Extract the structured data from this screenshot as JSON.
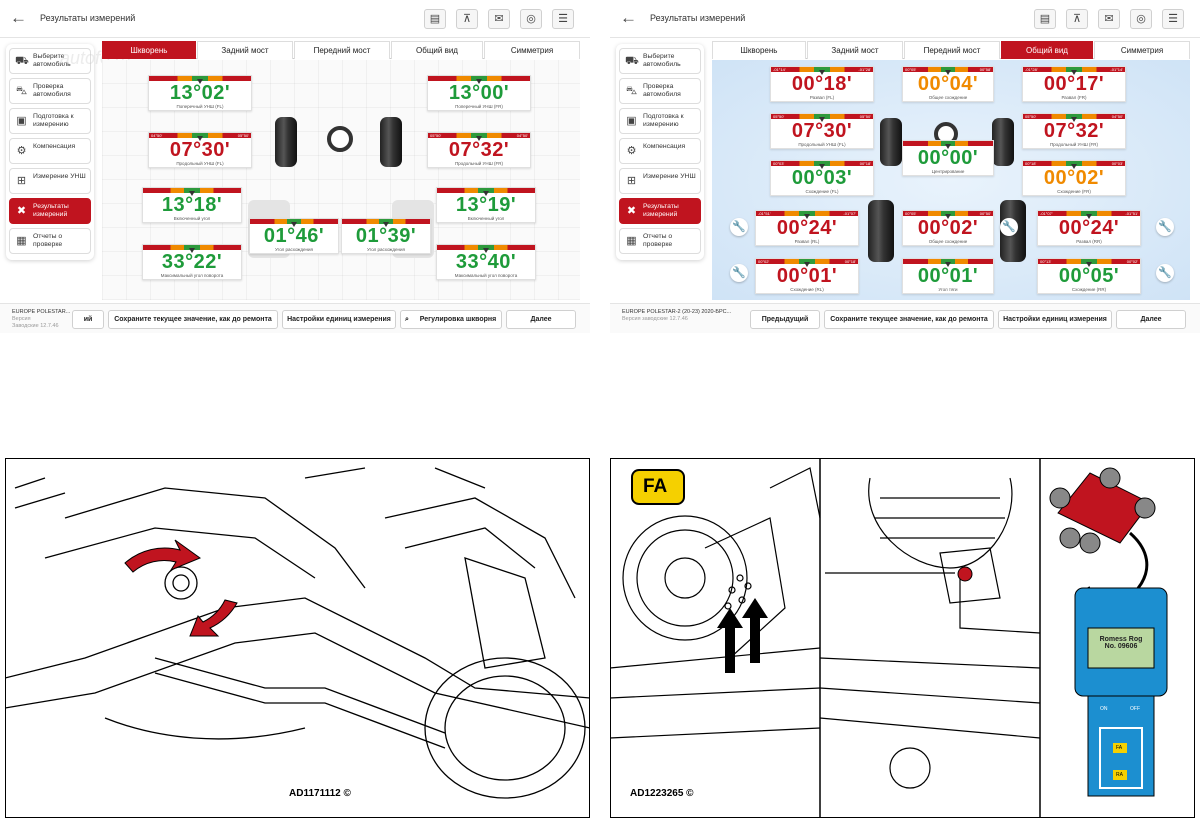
{
  "screen1": {
    "header": {
      "back": "←",
      "title": "Результаты измерений",
      "toolbar_icons": [
        "print-icon",
        "car-lift-icon",
        "send-icon",
        "target-icon",
        "settings-sliders-icon"
      ]
    },
    "sidebar": [
      {
        "label": "Выберите автомобиль",
        "icon": "car-icon"
      },
      {
        "label": "Проверка автомобиля",
        "icon": "car-check-icon"
      },
      {
        "label": "Подготовка к измерению",
        "icon": "clipboard-icon"
      },
      {
        "label": "Компенсация",
        "icon": "gear-icon"
      },
      {
        "label": "Измерение УНШ",
        "icon": "measure-icon"
      },
      {
        "label": "Результаты измерений",
        "icon": "tools-icon"
      },
      {
        "label": "Отчеты о проверке",
        "icon": "report-icon"
      }
    ],
    "tabs": [
      "Шкворень",
      "Задний мост",
      "Передний мост",
      "Общий вид",
      "Симметрия"
    ],
    "active_tab": 0,
    "cards": [
      {
        "value": "13°02'",
        "label": "Поперечный УНШ (FL)",
        "color": "green"
      },
      {
        "value": "13°00'",
        "label": "Поперечный УНШ (FR)",
        "color": "green"
      },
      {
        "value": "07°30'",
        "label": "Продольный УНШ (FL)",
        "color": "red",
        "lim_l": "04°50'",
        "lim_r": "05°50'"
      },
      {
        "value": "07°32'",
        "label": "Продольный УНШ (FR)",
        "color": "red",
        "lim_l": "05°50'",
        "lim_r": "04°50'"
      },
      {
        "value": "13°18'",
        "label": "Включенный угол",
        "color": "green"
      },
      {
        "value": "13°19'",
        "label": "Включенный угол",
        "color": "green"
      },
      {
        "value": "01°46'",
        "label": "Угол расхождения",
        "color": "green"
      },
      {
        "value": "01°39'",
        "label": "Угол расхождения",
        "color": "green"
      },
      {
        "value": "33°22'",
        "label": "Максимальный угол поворота",
        "color": "green"
      },
      {
        "value": "33°40'",
        "label": "Максимальный угол поворота",
        "color": "green"
      }
    ],
    "footer": {
      "vehicle": "EUROPE POLESTAR...",
      "vehicle_sub": "Версия",
      "vehicle_sub2": "Заводские 12.7.46",
      "buttons": [
        "ий",
        "Сохраните текущее значение, как до ремонта",
        "Настройки единиц измерения",
        "Регулировка шкворня",
        "Далее"
      ]
    },
    "watermark": "autofo.ru"
  },
  "screen2": {
    "header": {
      "back": "←",
      "title": "Результаты измерений"
    },
    "sidebar": [
      {
        "label": "Выберите автомобиль"
      },
      {
        "label": "Проверка автомобиля"
      },
      {
        "label": "Подготовка к измерению"
      },
      {
        "label": "Компенсация"
      },
      {
        "label": "Измерение УНШ"
      },
      {
        "label": "Результаты измерений"
      },
      {
        "label": "Отчеты о проверке"
      }
    ],
    "tabs": [
      "Шкворень",
      "Задний мост",
      "Передний мост",
      "Общий вид",
      "Симметрия"
    ],
    "active_tab": 3,
    "cards": [
      {
        "value": "00°18'",
        "label": "Развал (FL)",
        "color": "red",
        "lim_l": "-01°14'",
        "lim_r": "-01°28'"
      },
      {
        "value": "00°04'",
        "label": "Общее схождение",
        "color": "orange",
        "lim_l": "00°05'",
        "lim_r": "00°58'"
      },
      {
        "value": "00°17'",
        "label": "Развал (FR)",
        "color": "red",
        "lim_l": "-01°28'",
        "lim_r": "-01°14'"
      },
      {
        "value": "07°30'",
        "label": "Продольный УНШ (FL)",
        "color": "red",
        "lim_l": "05°50'",
        "lim_r": "05°50'"
      },
      {
        "value": "07°32'",
        "label": "Продольный УНШ (FR)",
        "color": "red",
        "lim_l": "05°50'",
        "lim_r": "04°50'"
      },
      {
        "value": "00°00'",
        "label": "Центрирование",
        "color": "green"
      },
      {
        "value": "00°03'",
        "label": "Схождение (FL)",
        "color": "green",
        "lim_l": "00°03'",
        "lim_r": "00°18'"
      },
      {
        "value": "00°02'",
        "label": "Схождение (FR)",
        "color": "orange",
        "lim_l": "00°18'",
        "lim_r": "00°03'"
      },
      {
        "value": "00°24'",
        "label": "Развал (RL)",
        "color": "red",
        "lim_l": "-01°51'",
        "lim_r": "-01°07'"
      },
      {
        "value": "00°02'",
        "label": "Общее схождение",
        "color": "red",
        "lim_l": "00°05'",
        "lim_r": "00°50'"
      },
      {
        "value": "00°24'",
        "label": "Развал (RR)",
        "color": "red",
        "lim_l": "-01°07'",
        "lim_r": "-01°51'"
      },
      {
        "value": "00°01'",
        "label": "Схождение (RL)",
        "color": "red",
        "lim_l": "00°02'",
        "lim_r": "00°18'"
      },
      {
        "value": "00°01'",
        "label": "Угол тяги",
        "color": "green"
      },
      {
        "value": "00°05'",
        "label": "Схождение (RR)",
        "color": "green",
        "lim_l": "00°13'",
        "lim_r": "00°02'"
      }
    ],
    "footer": {
      "vehicle": "EUROPE POLESTAR-2 (20-23) 2020-БРС...",
      "vehicle_sub": "Версия заводские 12.7.46",
      "buttons": [
        "Предыдущий",
        "Сохраните текущее значение, как до ремонта",
        "Настройки единиц измерения",
        "Далее"
      ]
    }
  },
  "diagram1": {
    "code": "AD1171112 ©"
  },
  "diagram2": {
    "code": "AD1223265 ©",
    "fa_label": "FA",
    "device_screen": "Romess Rog\nNo. 09606",
    "device_btn1": "ON",
    "device_btn2": "OFF",
    "device_fa": "FA",
    "device_ra": "RA"
  },
  "colors": {
    "brand_red": "#c0141f",
    "ok_green": "#1e9b3a",
    "warn_orange": "#f08a00",
    "panel_blue": "#cfe3f6"
  }
}
